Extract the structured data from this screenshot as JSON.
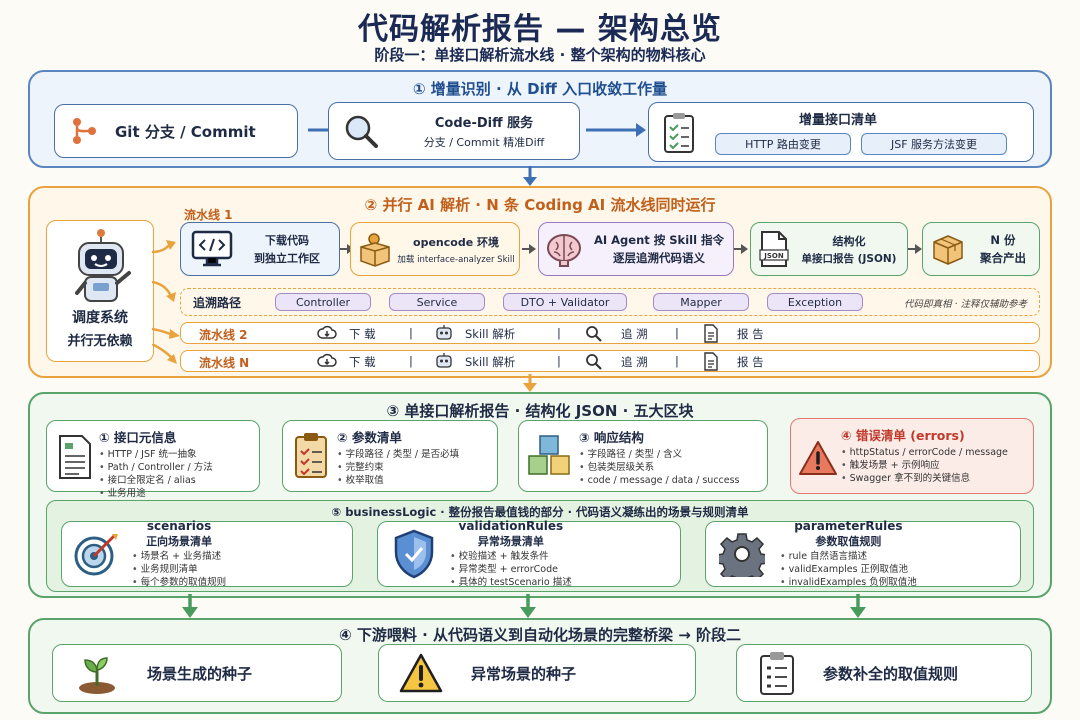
{
  "title": "代码解析报告 — 架构总览",
  "subtitle": "阶段一：单接口解析流水线 · 整个架构的物料核心",
  "colors": {
    "blue": "#4a6fa5",
    "orange": "#e8a33d",
    "green": "#5aa36b",
    "red": "#e07a6a"
  },
  "s1": {
    "title": "① 增量识别 · 从 Diff 入口收敛工作量",
    "git": "Git 分支 / Commit",
    "codediff_title": "Code-Diff 服务",
    "codediff_sub": "分支 / Commit 精准Diff",
    "list_title": "增量接口清单",
    "tag1": "HTTP 路由变更",
    "tag2": "JSF 服务方法变更"
  },
  "s2": {
    "title": "② 并行 AI 解析 · N 条 Coding AI 流水线同时运行",
    "scheduler_l1": "调度系统",
    "scheduler_l2": "并行无依赖",
    "p1_label": "流水线 1",
    "step1_l1": "下载代码",
    "step1_l2": "到独立工作区",
    "step2_l1": "opencode 环境",
    "step2_l2": "加载 interface-analyzer Skill",
    "step3_l1": "AI Agent 按 Skill 指令",
    "step3_l2": "逐层追溯代码语义",
    "step4_l1": "结构化",
    "step4_l2": "单接口报告 (JSON)",
    "step5_l1": "N 份",
    "step5_l2": "聚合产出",
    "trace_label": "追溯路径",
    "trace": [
      "Controller",
      "Service",
      "DTO + Validator",
      "Mapper",
      "Exception"
    ],
    "trace_note": "代码即真相 · 注释仅辅助参考",
    "p2_label": "流水线 2",
    "pN_label": "流水线 N",
    "lane_steps": [
      "下 载",
      "Skill 解析",
      "追 溯",
      "报 告"
    ],
    "sep": "|"
  },
  "s3": {
    "title": "③ 单接口解析报告 · 结构化 JSON · 五大区块",
    "c1_title": "① 接口元信息",
    "c1_items": [
      "HTTP / JSF 统一抽象",
      "Path / Controller / 方法",
      "接口全限定名 / alias",
      "业务用途"
    ],
    "c2_title": "② 参数清单",
    "c2_items": [
      "字段路径 / 类型 / 是否必填",
      "完整约束",
      "枚举取值"
    ],
    "c3_title": "③ 响应结构",
    "c3_items": [
      "字段路径 / 类型 / 含义",
      "包装类层级关系",
      "code / message / data / success"
    ],
    "c4_title": "④ 错误清单 (errors)",
    "c4_items": [
      "httpStatus / errorCode / message",
      "触发场景 + 示例响应",
      "Swagger 拿不到的关键信息"
    ],
    "bl_title": "⑤ businessLogic · 整份报告最值钱的部分 · 代码语义凝练出的场景与规则清单",
    "r1_title": "scenarios",
    "r1_sub": "正向场景清单",
    "r1_items": [
      "场景名 + 业务描述",
      "业务规则清单",
      "每个参数的取值规则"
    ],
    "r2_title": "validationRules",
    "r2_sub": "异常场景清单",
    "r2_items": [
      "校验描述 + 触发条件",
      "异常类型 + errorCode",
      "具体的 testScenario 描述"
    ],
    "r3_title": "parameterRules",
    "r3_sub": "参数取值规则",
    "r3_items": [
      "rule 自然语言描述",
      "validExamples 正例取值池",
      "invalidExamples 负例取值池"
    ]
  },
  "s4": {
    "title": "④ 下游喂料 · 从代码语义到自动化场景的完整桥梁 → 阶段二",
    "o1": "场景生成的种子",
    "o2": "异常场景的种子",
    "o3": "参数补全的取值规则"
  }
}
